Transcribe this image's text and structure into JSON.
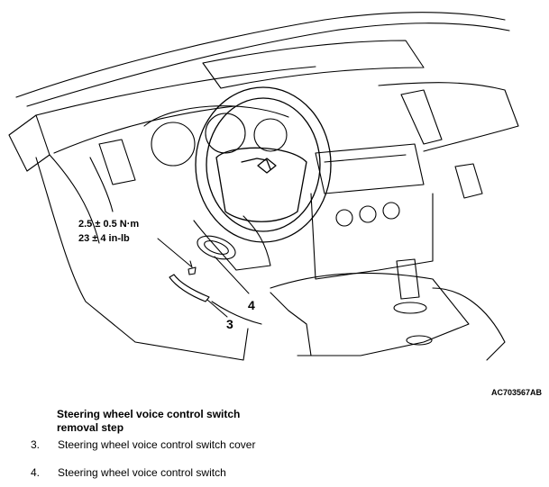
{
  "diagram": {
    "torque": {
      "line1": "2.5 ± 0.5 N·m",
      "line2": "23 ± 4 in-lb"
    },
    "callouts": {
      "c3": "3",
      "c4": "4"
    },
    "figure_id": "AC703567AB"
  },
  "legend": {
    "title": "Steering wheel voice control switch removal step",
    "steps": [
      {
        "num": "3.",
        "text": "Steering wheel voice control switch cover"
      },
      {
        "num": "4.",
        "text": "Steering wheel voice control switch"
      }
    ]
  }
}
